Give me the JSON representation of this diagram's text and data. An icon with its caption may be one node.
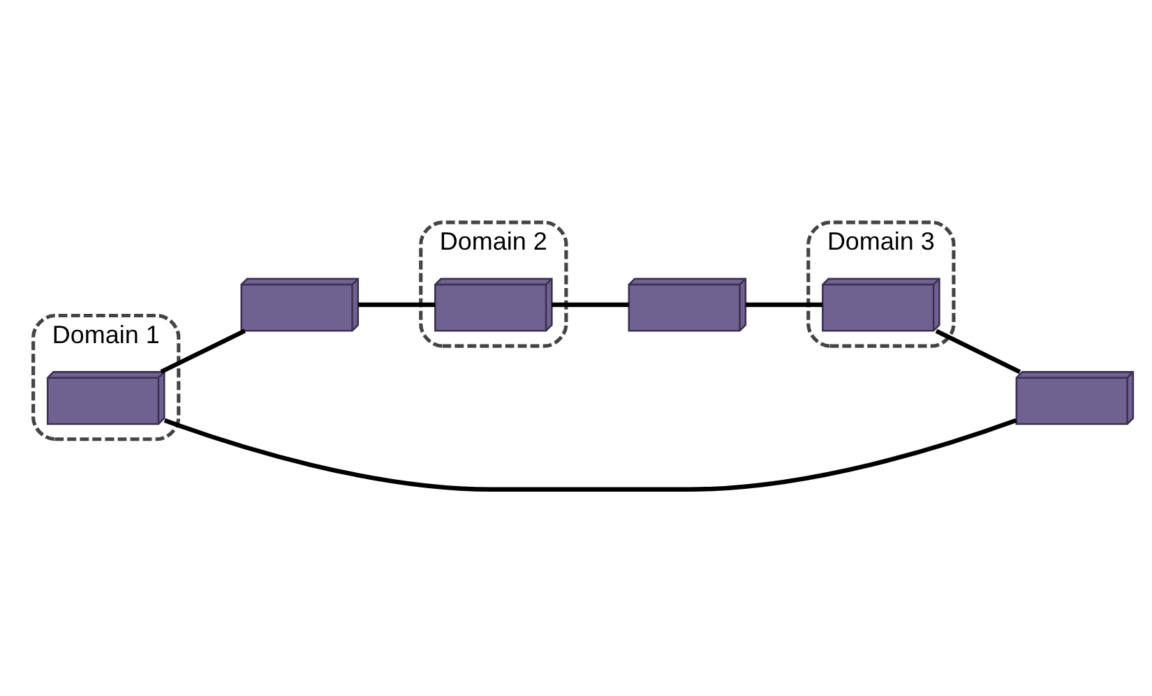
{
  "diagram": {
    "nodes": [
      {
        "text": [
          "Domain 1"
        ]
      },
      {
        "text": [
          "Domain 2"
        ]
      },
      {
        "text": [
          "Domain 3"
        ]
      },
      {
        "text": [],
        "shape": "picture",
        "in": 0
      },
      {
        "text": [],
        "shape": "picture"
      },
      {
        "text": [],
        "shape": "picture",
        "in": 1
      },
      {
        "text": [],
        "shape": "picture"
      },
      {
        "text": [],
        "shape": "picture"
      },
      {
        "text": [],
        "shape": "picture",
        "in": 2
      }
    ],
    "edges": [
      {
        "from": 3,
        "to": 4,
        "arrow": "none"
      },
      {
        "from": 4,
        "to": 5,
        "arrow": "none"
      },
      {
        "from": 5,
        "to": 7,
        "arrow": "none"
      },
      {
        "from": 7,
        "to": 8,
        "arrow": "none"
      },
      {
        "from": 8,
        "to": 6,
        "arrow": "none"
      },
      {
        "from": 6,
        "to": 3,
        "arrow": "none"
      }
    ]
  }
}
